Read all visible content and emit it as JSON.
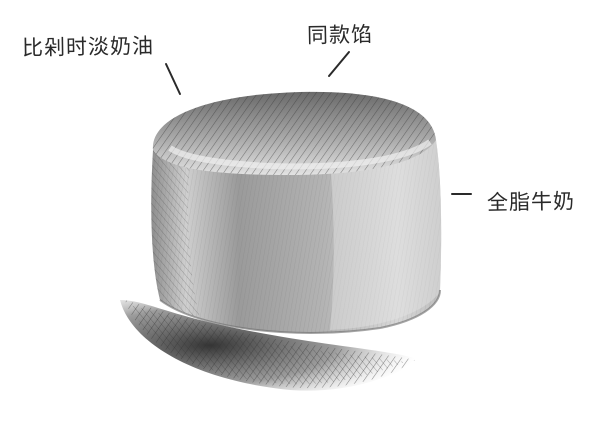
{
  "annotations": {
    "left_label": "比剁时淡奶油",
    "top_label": "同款馅",
    "right_label": "全脂牛奶"
  },
  "colors": {
    "ink": "#2a2a2a",
    "paper": "#ffffff",
    "graphite_dark": "#3a3a3a",
    "graphite_light": "#d9d9d9"
  }
}
